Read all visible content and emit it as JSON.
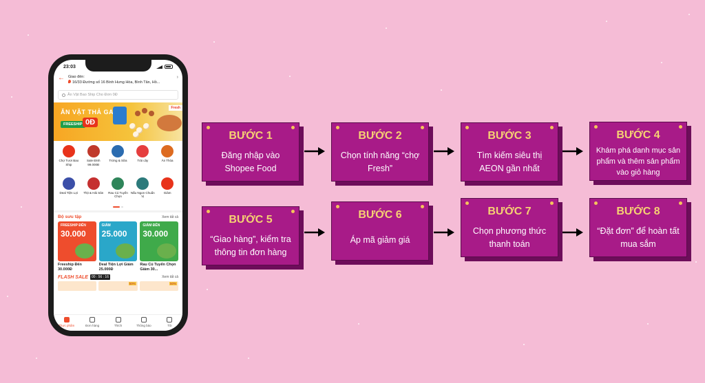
{
  "phone": {
    "time": "23:03",
    "address_label": "Giao đến:",
    "address": "16/33 Đường số 16 Bình Hưng Hòa, Bình Tân, Hồ...",
    "search_placeholder": "Ăn Vặt Bao Ship Cho Đơn 0Đ",
    "banner": {
      "title": "ĂN VẶT THẢ GA",
      "freeship": "FREESHIP",
      "price": "0Đ",
      "tag": "Fresh"
    },
    "categories": [
      {
        "label": "Chợ Tươi Bao Ship",
        "color": "#e8331b"
      },
      {
        "label": "Sale Đỉnh 99.000Đ",
        "color": "#c0392b"
      },
      {
        "label": "Trứng & Sữa",
        "color": "#2b6cb0"
      },
      {
        "label": "Trái cây",
        "color": "#e53e3e"
      },
      {
        "label": "Ăn Thỏa",
        "color": "#dd6b20"
      },
      {
        "label": "Deal Tiện Lợi",
        "color": "#3b4fa8"
      },
      {
        "label": "Thịt & Hải Sản",
        "color": "#c53030"
      },
      {
        "label": "Rau Củ Tuyển Chọn",
        "color": "#2f855a"
      },
      {
        "label": "Nấu Ngon Chuẩn Vị",
        "color": "#2c7a7b"
      },
      {
        "label": "Giảm",
        "color": "#e8331b"
      }
    ],
    "collection": {
      "title": "Bộ sưu tập",
      "more": "Xem tất cả",
      "items": [
        {
          "tag": "FREESHIP ĐẾN",
          "num": "30.000",
          "label": "Freeship Đến 30.000Đ",
          "bg": "#ee4d2d"
        },
        {
          "tag": "GIẢM",
          "num": "25.000",
          "label": "Deal Tiện Lợi Giảm 25.000Đ",
          "bg": "#2aa7c9"
        },
        {
          "tag": "GIẢM ĐẾN",
          "num": "30.000",
          "label": "Rau Củ Tuyển Chọn Giảm 30...",
          "bg": "#3faa4a"
        }
      ]
    },
    "flash": {
      "title": "FLASH SALE",
      "timer": "00 : 56 : 16",
      "more": "Xem tất cả",
      "badges": [
        "50%",
        "50%"
      ]
    },
    "tabs": [
      {
        "label": "Thực phẩm"
      },
      {
        "label": "Đơn hàng"
      },
      {
        "label": "Thích"
      },
      {
        "label": "Thông báo"
      },
      {
        "label": "Tôi"
      }
    ]
  },
  "steps": [
    {
      "title": "BƯỚC 1",
      "desc": "Đăng nhập vào Shopee Food"
    },
    {
      "title": "BƯỚC 2",
      "desc": "Chọn tính năng “chợ Fresh”"
    },
    {
      "title": "BƯỚC 3",
      "desc": "Tìm kiếm siêu thị AEON gần nhất"
    },
    {
      "title": "BƯỚC 4",
      "desc": "Khám phá danh mục sản phẩm và thêm sản phẩm vào giỏ hàng"
    },
    {
      "title": "BƯỚC 5",
      "desc": "“Giao hàng”, kiểm tra thông tin đơn hàng"
    },
    {
      "title": "BƯỚC 6",
      "desc": "Áp mã giảm giá"
    },
    {
      "title": "BƯỚC 7",
      "desc": "Chọn phương thức thanh toán"
    },
    {
      "title": "BƯỚC 8",
      "desc": "“Đặt đơn” để hoàn tất mua sắm"
    }
  ],
  "colors": {
    "background": "#f5bcd6",
    "card": "#a81b88",
    "card_shadow": "#6d0d5a",
    "title": "#f6d173",
    "brand": "#ee4d2d"
  }
}
